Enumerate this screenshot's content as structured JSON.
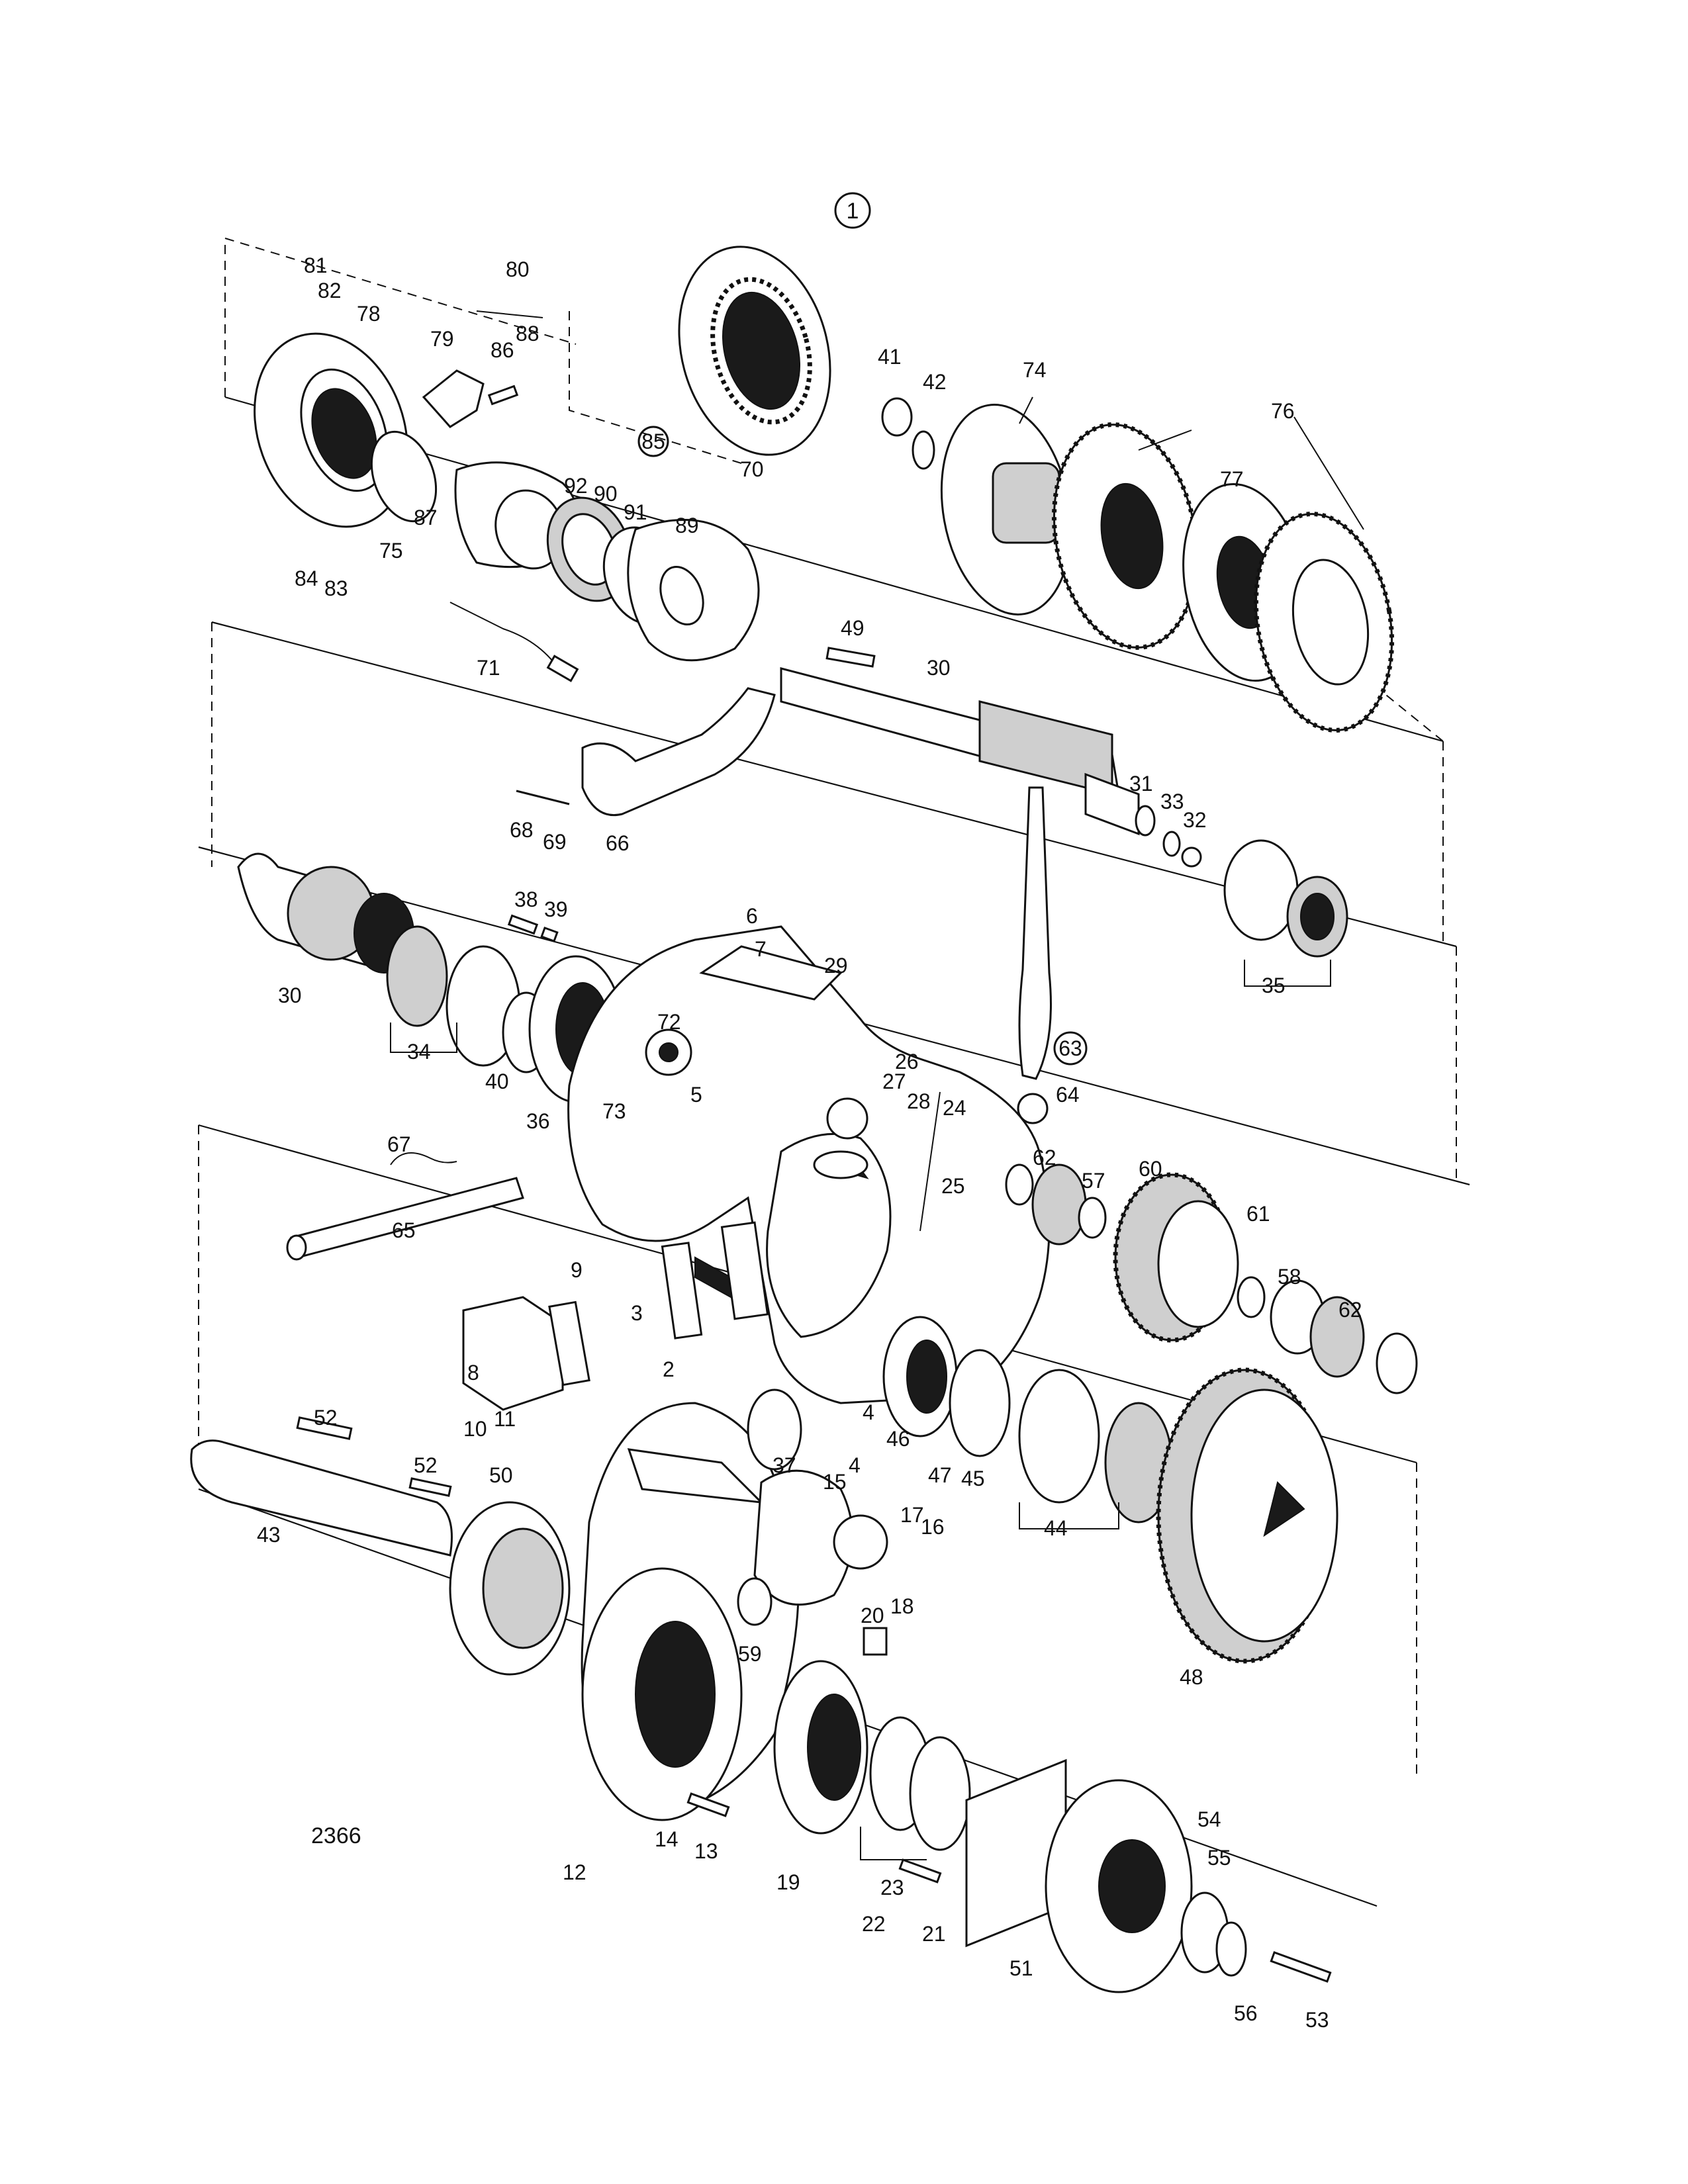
{
  "figure": {
    "callout_circled_top": "1",
    "drawing_number": "2366"
  },
  "labels": {
    "p1": "1",
    "p2": "2",
    "p3": "3",
    "p4a": "4",
    "p4b": "4",
    "p5": "5",
    "p6": "6",
    "p7": "7",
    "p8": "8",
    "p9": "9",
    "p10": "10",
    "p11": "11",
    "p12": "12",
    "p13": "13",
    "p14": "14",
    "p15": "15",
    "p16": "16",
    "p17": "17",
    "p18": "18",
    "p19": "19",
    "p20": "20",
    "p21": "21",
    "p22": "22",
    "p23": "23",
    "p24": "24",
    "p25": "25",
    "p26": "26",
    "p27": "27",
    "p28": "28",
    "p29": "29",
    "p30a": "30",
    "p30b": "30",
    "p31": "31",
    "p32": "32",
    "p33": "33",
    "p34": "34",
    "p35": "35",
    "p36": "36",
    "p37": "37",
    "p38": "38",
    "p39": "39",
    "p40": "40",
    "p41": "41",
    "p42": "42",
    "p43": "43",
    "p44": "44",
    "p45": "45",
    "p46": "46",
    "p47": "47",
    "p48": "48",
    "p49": "49",
    "p50": "50",
    "p51": "51",
    "p52a": "52",
    "p52b": "52",
    "p53": "53",
    "p54": "54",
    "p55": "55",
    "p56": "56",
    "p57": "57",
    "p58": "58",
    "p59": "59",
    "p60": "60",
    "p61": "61",
    "p62a": "62",
    "p62b": "62",
    "p63": "63",
    "p64": "64",
    "p65": "65",
    "p66": "66",
    "p67": "67",
    "p68": "68",
    "p69": "69",
    "p70": "70",
    "p71": "71",
    "p72": "72",
    "p73": "73",
    "p74": "74",
    "p75": "75",
    "p76": "76",
    "p77": "77",
    "p78": "78",
    "p79": "79",
    "p80": "80",
    "p81": "81",
    "p82": "82",
    "p83": "83",
    "p84": "84",
    "p85": "85",
    "p86": "86",
    "p87": "87",
    "p88": "88",
    "p89": "89",
    "p90": "90",
    "p91": "91",
    "p92": "92"
  }
}
